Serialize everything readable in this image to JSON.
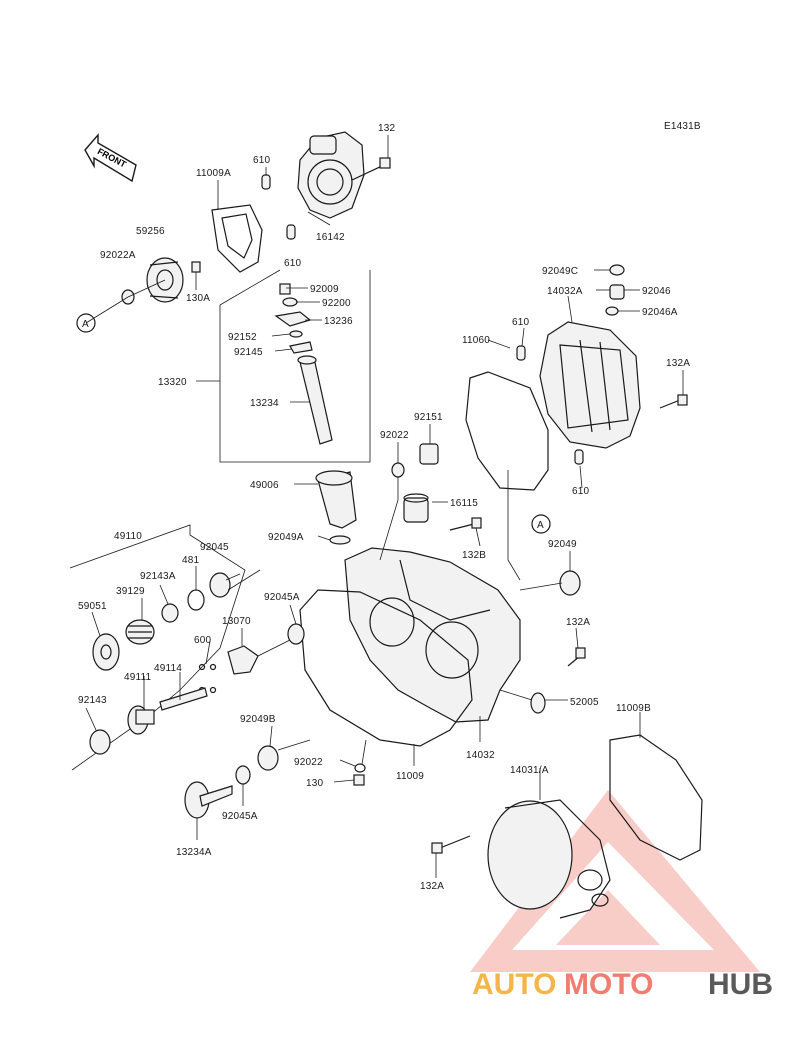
{
  "diagram_code": "E1431B",
  "front_label": "FRONT",
  "callouts": [
    "A",
    "A"
  ],
  "parts": [
    {
      "id": "p132a",
      "label": "132"
    },
    {
      "id": "p610a",
      "label": "610"
    },
    {
      "id": "p11009a",
      "label": "11009A"
    },
    {
      "id": "p16142",
      "label": "16142"
    },
    {
      "id": "p59256",
      "label": "59256"
    },
    {
      "id": "p92022a",
      "label": "92022A"
    },
    {
      "id": "p610b",
      "label": "610"
    },
    {
      "id": "p130a",
      "label": "130A"
    },
    {
      "id": "p92009",
      "label": "92009"
    },
    {
      "id": "p92200",
      "label": "92200"
    },
    {
      "id": "p13236",
      "label": "13236"
    },
    {
      "id": "p92152",
      "label": "92152"
    },
    {
      "id": "p92145",
      "label": "92145"
    },
    {
      "id": "p13320",
      "label": "13320"
    },
    {
      "id": "p13234",
      "label": "13234"
    },
    {
      "id": "p92049c",
      "label": "92049C"
    },
    {
      "id": "p14032a",
      "label": "14032A"
    },
    {
      "id": "p92046",
      "label": "92046"
    },
    {
      "id": "p92046a",
      "label": "92046A"
    },
    {
      "id": "p610c",
      "label": "610"
    },
    {
      "id": "p11060",
      "label": "11060"
    },
    {
      "id": "p132ab",
      "label": "132A"
    },
    {
      "id": "p92151",
      "label": "92151"
    },
    {
      "id": "p92022b",
      "label": "92022"
    },
    {
      "id": "p610d",
      "label": "610"
    },
    {
      "id": "p49006",
      "label": "49006"
    },
    {
      "id": "p16115",
      "label": "16115"
    },
    {
      "id": "p92049a",
      "label": "92049A"
    },
    {
      "id": "p132b",
      "label": "132B"
    },
    {
      "id": "p92049",
      "label": "92049"
    },
    {
      "id": "p49110",
      "label": "49110"
    },
    {
      "id": "p481",
      "label": "481"
    },
    {
      "id": "p92045",
      "label": "92045"
    },
    {
      "id": "p92143a",
      "label": "92143A"
    },
    {
      "id": "p39129",
      "label": "39129"
    },
    {
      "id": "p92045a",
      "label": "92045A"
    },
    {
      "id": "p59051",
      "label": "59051"
    },
    {
      "id": "p13070",
      "label": "13070"
    },
    {
      "id": "p600",
      "label": "600"
    },
    {
      "id": "p49114",
      "label": "49114"
    },
    {
      "id": "p49111",
      "label": "49111"
    },
    {
      "id": "p132ac",
      "label": "132A"
    },
    {
      "id": "p92143",
      "label": "92143"
    },
    {
      "id": "p52005",
      "label": "52005"
    },
    {
      "id": "p11009b",
      "label": "11009B"
    },
    {
      "id": "p92049b",
      "label": "92049B"
    },
    {
      "id": "p14032",
      "label": "14032"
    },
    {
      "id": "p92022c",
      "label": "92022"
    },
    {
      "id": "p11009",
      "label": "11009"
    },
    {
      "id": "p14031",
      "label": "14031/A"
    },
    {
      "id": "p130",
      "label": "130"
    },
    {
      "id": "p92045ab",
      "label": "92045A"
    },
    {
      "id": "p13234a",
      "label": "13234A"
    },
    {
      "id": "p132ad",
      "label": "132A"
    }
  ],
  "watermark": {
    "part1": "AUTO",
    "part2": "MOTO",
    "part3": "HUB"
  }
}
